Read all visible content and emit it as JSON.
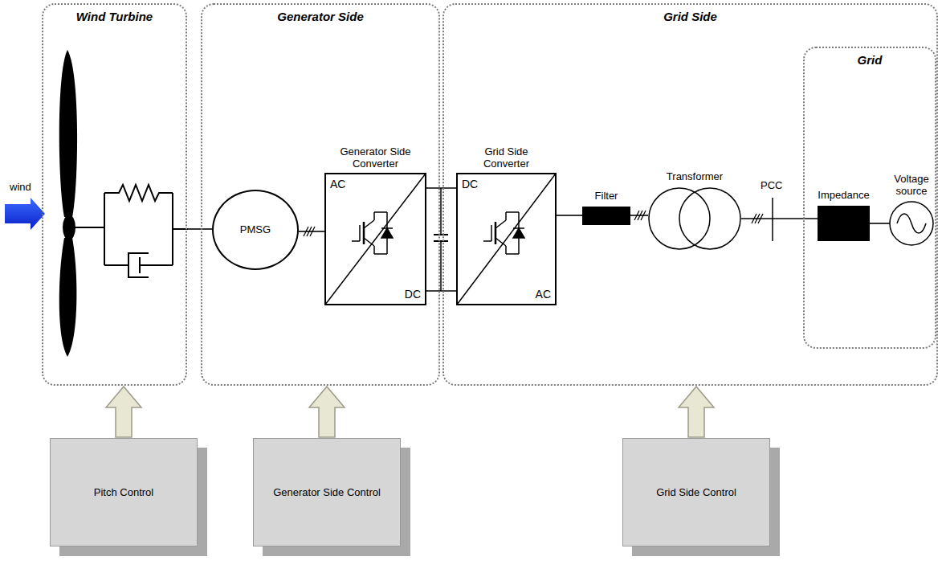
{
  "diagram": {
    "nodes": [
      {
        "text": [
          "Wind Turbine"
        ]
      },
      {
        "text": [
          "Generator Side"
        ]
      },
      {
        "text": [
          "PMSG"
        ],
        "in": 1
      },
      {
        "text": [
          "Generator Side Converter",
          "AC",
          "DC"
        ],
        "in": 1
      },
      {
        "text": [
          "Grid Side"
        ]
      },
      {
        "text": [
          "Grid Side Converter",
          "DC",
          "AC"
        ],
        "in": 4
      },
      {
        "text": [
          "Filter"
        ],
        "in": 4
      },
      {
        "text": [
          "Transformer"
        ],
        "in": 4
      },
      {
        "text": [
          "Grid"
        ],
        "in": 4
      },
      {
        "text": [
          "Impedance"
        ],
        "in": 8
      },
      {
        "text": [
          "Voltage source"
        ],
        "in": 8
      },
      {
        "text": [
          "Pitch Control"
        ]
      },
      {
        "text": [
          "Generator Side Control"
        ]
      },
      {
        "text": [
          "Grid Side Control"
        ]
      }
    ],
    "edges": [
      {
        "from": 0,
        "to": 2,
        "arrow": "none"
      },
      {
        "from": 2,
        "to": 3,
        "arrow": "none"
      },
      {
        "from": 3,
        "to": 5,
        "arrow": "none"
      },
      {
        "from": 5,
        "to": 6,
        "arrow": "none"
      },
      {
        "from": 6,
        "to": 7,
        "arrow": "none"
      },
      {
        "from": 7,
        "to": 9,
        "arrow": "none"
      },
      {
        "from": 9,
        "to": 10,
        "arrow": "none"
      },
      {
        "from": 11,
        "to": 0,
        "arrow": "to"
      },
      {
        "from": 12,
        "to": 1,
        "arrow": "to"
      },
      {
        "from": 13,
        "to": 4,
        "arrow": "to"
      }
    ],
    "labels": [
      "wind",
      "PCC"
    ]
  }
}
